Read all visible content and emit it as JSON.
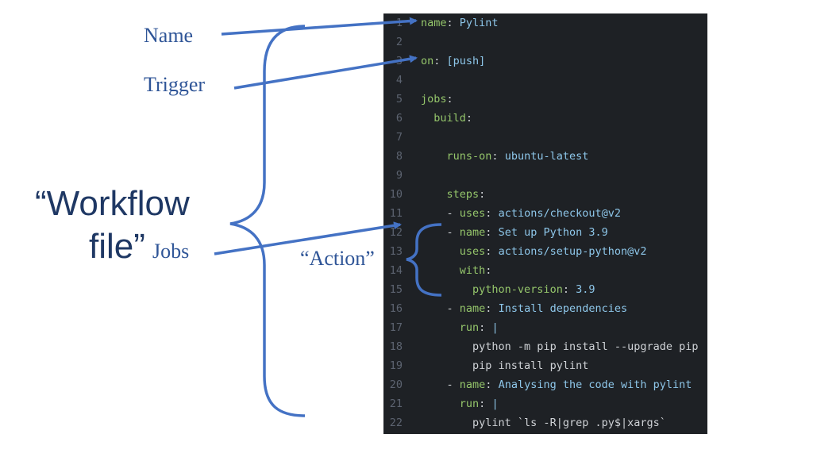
{
  "labels": {
    "name": "Name",
    "trigger": "Trigger",
    "workflow_line1": "“Workflow",
    "workflow_line2": "file”",
    "jobs": "Jobs",
    "action": "“Action”"
  },
  "code": {
    "lines": [
      {
        "n": "1",
        "indent": "",
        "key": "name",
        "sep": ": ",
        "val": "Pylint"
      },
      {
        "n": "2",
        "indent": "",
        "key": "",
        "sep": "",
        "val": ""
      },
      {
        "n": "3",
        "indent": "",
        "key": "on",
        "sep": ": ",
        "val": "[push]"
      },
      {
        "n": "4",
        "indent": "",
        "key": "",
        "sep": "",
        "val": ""
      },
      {
        "n": "5",
        "indent": "",
        "key": "jobs",
        "sep": ":",
        "val": ""
      },
      {
        "n": "6",
        "indent": "  ",
        "key": "build",
        "sep": ":",
        "val": ""
      },
      {
        "n": "7",
        "indent": "",
        "key": "",
        "sep": "",
        "val": ""
      },
      {
        "n": "8",
        "indent": "    ",
        "key": "runs-on",
        "sep": ": ",
        "val": "ubuntu-latest"
      },
      {
        "n": "9",
        "indent": "",
        "key": "",
        "sep": "",
        "val": ""
      },
      {
        "n": "10",
        "indent": "    ",
        "key": "steps",
        "sep": ":",
        "val": ""
      },
      {
        "n": "11",
        "indent": "    - ",
        "key": "uses",
        "sep": ": ",
        "val": "actions/checkout@v2"
      },
      {
        "n": "12",
        "indent": "    - ",
        "key": "name",
        "sep": ": ",
        "val": "Set up Python 3.9"
      },
      {
        "n": "13",
        "indent": "      ",
        "key": "uses",
        "sep": ": ",
        "val": "actions/setup-python@v2"
      },
      {
        "n": "14",
        "indent": "      ",
        "key": "with",
        "sep": ":",
        "val": ""
      },
      {
        "n": "15",
        "indent": "        ",
        "key": "python-version",
        "sep": ": ",
        "val": "3.9"
      },
      {
        "n": "16",
        "indent": "    - ",
        "key": "name",
        "sep": ": ",
        "val": "Install dependencies"
      },
      {
        "n": "17",
        "indent": "      ",
        "key": "run",
        "sep": ": ",
        "val": "|"
      },
      {
        "n": "18",
        "indent": "        ",
        "key": "",
        "sep": "",
        "val": "python -m pip install --upgrade pip"
      },
      {
        "n": "19",
        "indent": "        ",
        "key": "",
        "sep": "",
        "val": "pip install pylint"
      },
      {
        "n": "20",
        "indent": "    - ",
        "key": "name",
        "sep": ": ",
        "val": "Analysing the code with pylint"
      },
      {
        "n": "21",
        "indent": "      ",
        "key": "run",
        "sep": ": ",
        "val": "|"
      },
      {
        "n": "22",
        "indent": "        ",
        "key": "",
        "sep": "",
        "val": "pylint `ls -R|grep .py$|xargs`"
      }
    ]
  },
  "colors": {
    "label_blue": "#2f5597",
    "arrow_blue": "#4472c4",
    "title_navy": "#1f3864",
    "code_bg": "#1e2125",
    "code_key": "#95c66b",
    "code_value": "#8ec7ea",
    "code_punct": "#cfd2d6",
    "line_number": "#5c6370"
  }
}
